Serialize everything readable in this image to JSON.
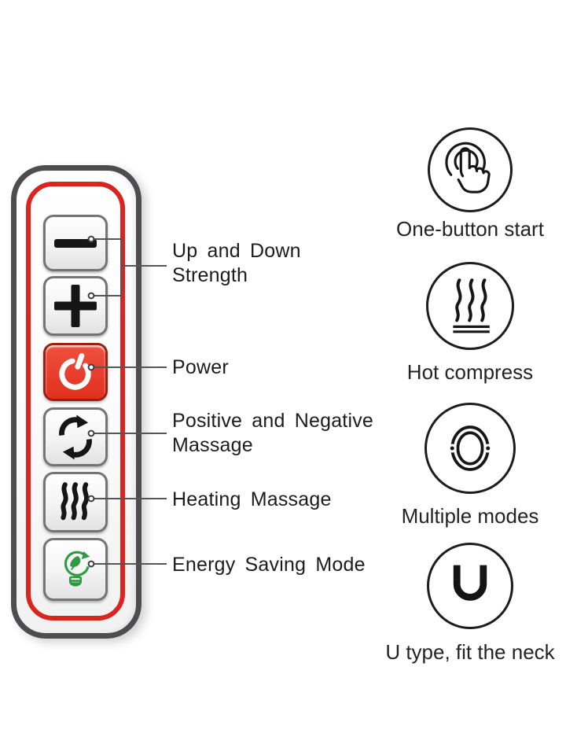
{
  "colors": {
    "background": "#ffffff",
    "remote_body_border": "#4d4d4f",
    "red_outline": "#da2420",
    "power_button_red": "#e6392b",
    "icon_black": "#161616",
    "eco_green": "#2f9b40",
    "callout_line": "#555555",
    "text": "#1c1c1c"
  },
  "remote": {
    "buttons": [
      {
        "name": "strength-down",
        "icon": "minus-icon"
      },
      {
        "name": "strength-up",
        "icon": "plus-icon"
      },
      {
        "name": "power",
        "icon": "power-icon"
      },
      {
        "name": "positive-negative-massage",
        "icon": "rotate-arrows-icon"
      },
      {
        "name": "heating-massage",
        "icon": "heat-waves-icon"
      },
      {
        "name": "energy-saving",
        "icon": "eco-leaf-bulb-icon"
      }
    ]
  },
  "callouts": [
    {
      "line1": "Up and Down",
      "line2": "Strength"
    },
    {
      "line1": "Power"
    },
    {
      "line1": "Positive and Negative",
      "line2": "Massage"
    },
    {
      "line1": "Heating Massage"
    },
    {
      "line1": "Energy Saving Mode"
    }
  ],
  "features": [
    {
      "icon": "one-button-start-icon",
      "label": "One-button start"
    },
    {
      "icon": "hot-compress-icon",
      "label": "Hot compress"
    },
    {
      "icon": "multiple-modes-icon",
      "label": "Multiple modes"
    },
    {
      "icon": "u-type-icon",
      "label": "U type, fit the neck"
    }
  ]
}
